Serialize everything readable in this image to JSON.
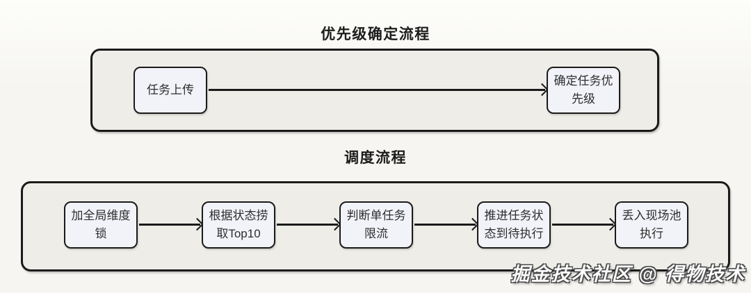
{
  "colors": {
    "page_bg": "#f6f5f1",
    "container_fill": "#eeede8",
    "container_border": "#1a1a1a",
    "node_fill": "#f2f3f9",
    "node_border": "#1a1a1a",
    "text": "#2e2e2e",
    "title": "#1c1c1c",
    "arrow": "#1a1a1a",
    "watermark_fill": "#fafafa",
    "watermark_outline": "#4a4a4a"
  },
  "diagrams": [
    {
      "title": "优先级确定流程",
      "nodes": [
        {
          "id": "task-upload",
          "label": "任务上传"
        },
        {
          "id": "determine-task-priority",
          "label": "确定任务优先级"
        }
      ],
      "edges": [
        {
          "from": "task-upload",
          "to": "determine-task-priority"
        }
      ]
    },
    {
      "title": "调度流程",
      "nodes": [
        {
          "id": "add-global-dimension-lock",
          "label": "加全局维度锁"
        },
        {
          "id": "fetch-top10-by-status",
          "label": "根据状态捞取Top10"
        },
        {
          "id": "check-single-task-rate-limit",
          "label": "判断单任务限流"
        },
        {
          "id": "advance-task-status-to-pending",
          "label": "推进任务状态到待执行"
        },
        {
          "id": "drop-into-pool-execute",
          "label": "丢入现场池执行"
        }
      ],
      "edges": [
        {
          "from": "add-global-dimension-lock",
          "to": "fetch-top10-by-status"
        },
        {
          "from": "fetch-top10-by-status",
          "to": "check-single-task-rate-limit"
        },
        {
          "from": "check-single-task-rate-limit",
          "to": "advance-task-status-to-pending"
        },
        {
          "from": "advance-task-status-to-pending",
          "to": "drop-into-pool-execute"
        }
      ]
    }
  ],
  "watermark": "掘金技术社区 @ 得物技术"
}
